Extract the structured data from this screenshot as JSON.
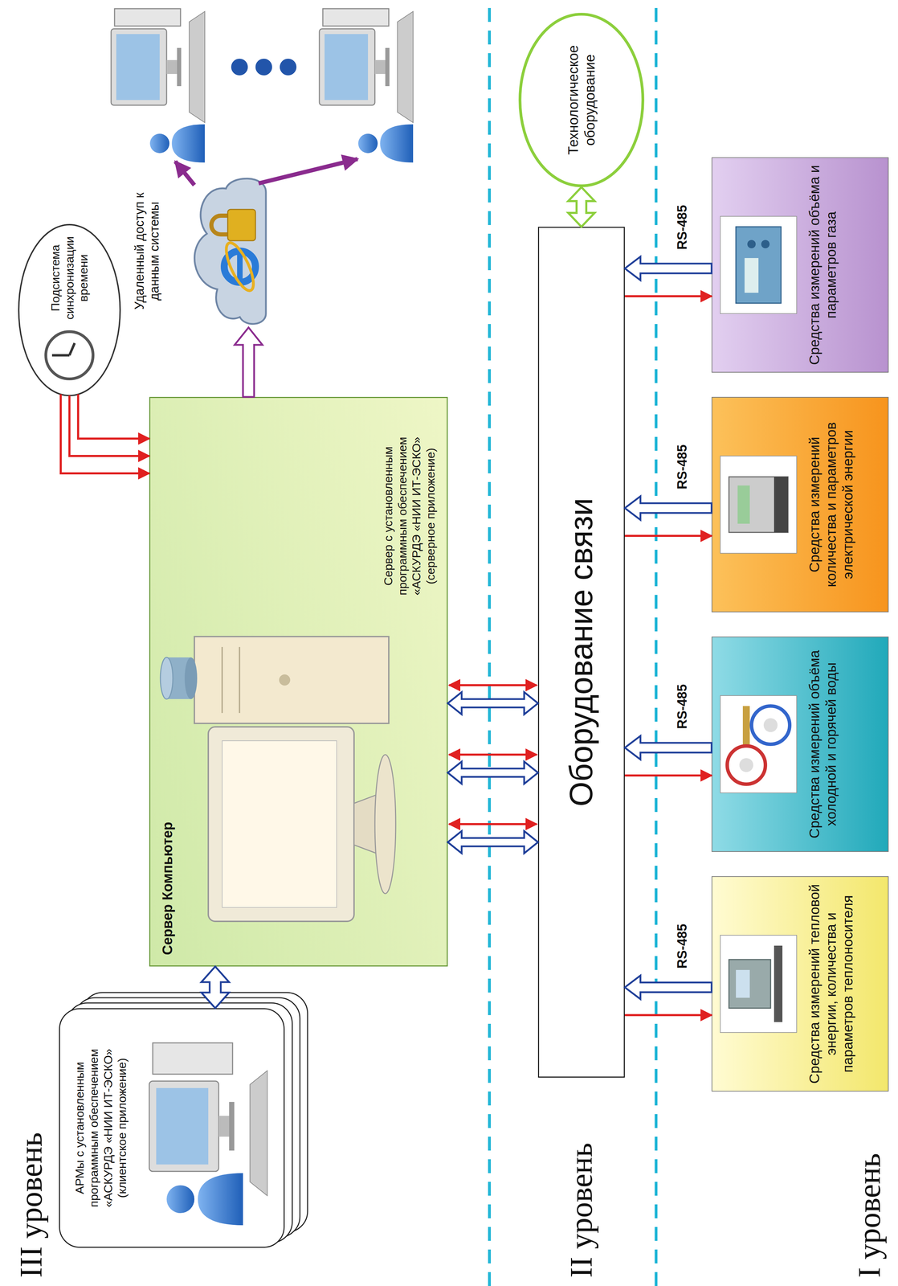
{
  "diagram": {
    "nodes": [
      {
        "text": [
          "АРМы с установленным программным обеспечением «АСКУРДЭ «НИИ ИТ-ЭСКО» (клиентское приложение)"
        ]
      },
      {
        "text": [
          "Сервер Компьютер",
          "Сервер с установленным программным обеспечением «АСКУРДЭ «НИИ ИТ-ЭСКО» (серверное приложение)"
        ]
      },
      {
        "text": [
          "Подсистема синхронизации времени"
        ]
      },
      {
        "text": [
          "Удаленный доступ к данным системы"
        ]
      },
      {
        "text": [
          "Оборудование связи"
        ]
      },
      {
        "text": [
          "Технологическое оборудование"
        ]
      },
      {
        "text": [
          "Средства измерений тепловой энергии, количества и параметров теплоносителя"
        ]
      },
      {
        "text": [
          "Средства измерений объёма холодной и горячей воды"
        ]
      },
      {
        "text": [
          "Средства измерений количества и параметров электрической энергии"
        ]
      },
      {
        "text": [
          "Средства измерений объёма и параметров газа"
        ]
      }
    ],
    "edges": [
      {
        "from": 0,
        "to": 1,
        "arrow": "both"
      },
      {
        "from": 2,
        "to": 1,
        "arrow": "to"
      },
      {
        "from": 2,
        "to": 1,
        "arrow": "to"
      },
      {
        "from": 2,
        "to": 1,
        "arrow": "to"
      },
      {
        "from": 1,
        "to": 3,
        "arrow": "to"
      },
      {
        "from": 1,
        "to": 4,
        "arrow": "both"
      },
      {
        "from": 1,
        "to": 4,
        "arrow": "both"
      },
      {
        "from": 1,
        "to": 4,
        "arrow": "both"
      },
      {
        "from": 4,
        "to": 5,
        "arrow": "both"
      },
      {
        "from": 6,
        "to": 4,
        "arrow": "to",
        "label": "RS-485"
      },
      {
        "from": 4,
        "to": 6,
        "arrow": "to"
      },
      {
        "from": 7,
        "to": 4,
        "arrow": "to",
        "label": "RS-485"
      },
      {
        "from": 4,
        "to": 7,
        "arrow": "to"
      },
      {
        "from": 8,
        "to": 4,
        "arrow": "to",
        "label": "RS-485"
      },
      {
        "from": 4,
        "to": 8,
        "arrow": "to"
      },
      {
        "from": 9,
        "to": 4,
        "arrow": "to",
        "label": "RS-485"
      },
      {
        "from": 4,
        "to": 9,
        "arrow": "to"
      }
    ],
    "labels": [
      "III уровень",
      "II уровень",
      "I уровень"
    ]
  }
}
